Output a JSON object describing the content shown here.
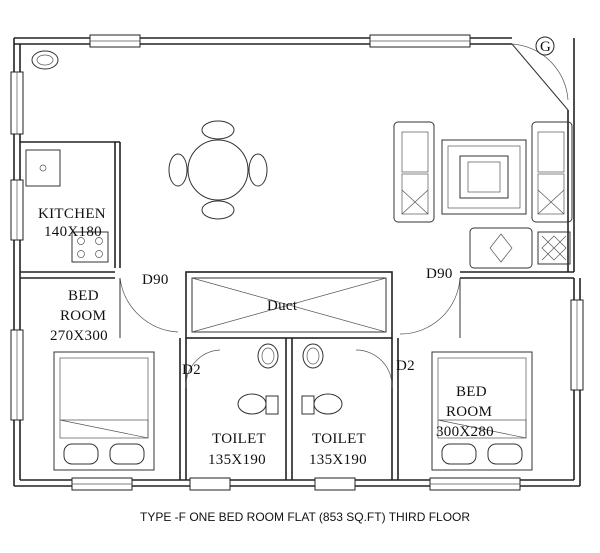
{
  "plan": {
    "caption": "TYPE -F ONE BED ROOM FLAT (853 SQ.FT) THIRD FLOOR",
    "rooms": {
      "kitchen": {
        "name": "KITCHEN",
        "size": "140X180"
      },
      "bedroom_left": {
        "name_line1": "BED",
        "name_line2": "ROOM",
        "size": "270X300"
      },
      "bedroom_right": {
        "name_line1": "BED",
        "name_line2": "ROOM",
        "size": "300X280"
      },
      "toilet_left": {
        "name": "TOILET",
        "size": "135X190"
      },
      "toilet_right": {
        "name": "TOILET",
        "size": "135X190"
      },
      "duct": {
        "name": "Duct"
      }
    },
    "doors": {
      "d90_left": "D90",
      "d90_right": "D90",
      "d2_left": "D2",
      "d2_right": "D2",
      "entry": "G"
    }
  }
}
